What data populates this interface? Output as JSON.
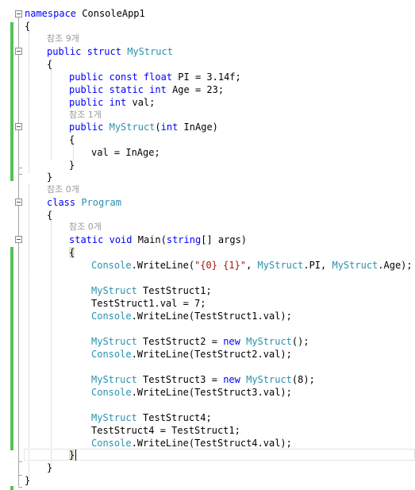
{
  "code": {
    "namespace_kw": "namespace",
    "namespace_name": "ConsoleApp1",
    "open_brace": "{",
    "close_brace": "}",
    "lens_struct": "참조 9개",
    "struct_public": "public",
    "struct_kw": "struct",
    "struct_name": "MyStruct",
    "pi_kw": "public const float",
    "pi_rest": "PI = 3.14f;",
    "age_kw": "public static int",
    "age_rest": "Age = 23;",
    "val_kw": "public int",
    "val_rest": "val;",
    "lens_ctor": "참조 1개",
    "ctor_public": "public",
    "ctor_name": "MyStruct",
    "ctor_paren": "(",
    "ctor_int": "int",
    "ctor_param": "InAge)",
    "assign": "val = InAge;",
    "lens_program": "참조 0개",
    "class_kw": "class",
    "class_name": "Program",
    "lens_main": "참조 0개",
    "main_static": "static",
    "main_void": "void",
    "main_name": "Main(",
    "main_string": "string",
    "main_args_rest": "[] args)",
    "console": "Console",
    "writeline": ".WriteLine(",
    "format_str": "\"{0} {1}\"",
    "ms": "MyStruct",
    "comma": ", ",
    "pi_end": ".PI, ",
    "age_end": ".Age);",
    "new_kw": "new",
    "ts1_decl": "TestStruct1;",
    "ts1_assign": "TestStruct1.val = 7;",
    "ts1_print": "TestStruct1.val);",
    "ts2_decl": "TestStruct2 = ",
    "ts2_ctor": "();",
    "ts2_print": "TestStruct2.val);",
    "ts3_decl": "TestStruct3 = ",
    "ts3_ctor": "(8);",
    "ts3_print": "TestStruct3.val);",
    "ts4_decl": "TestStruct4;",
    "ts4_assign": "TestStruct4 = TestStruct1;",
    "ts4_print": "TestStruct4.val);"
  }
}
